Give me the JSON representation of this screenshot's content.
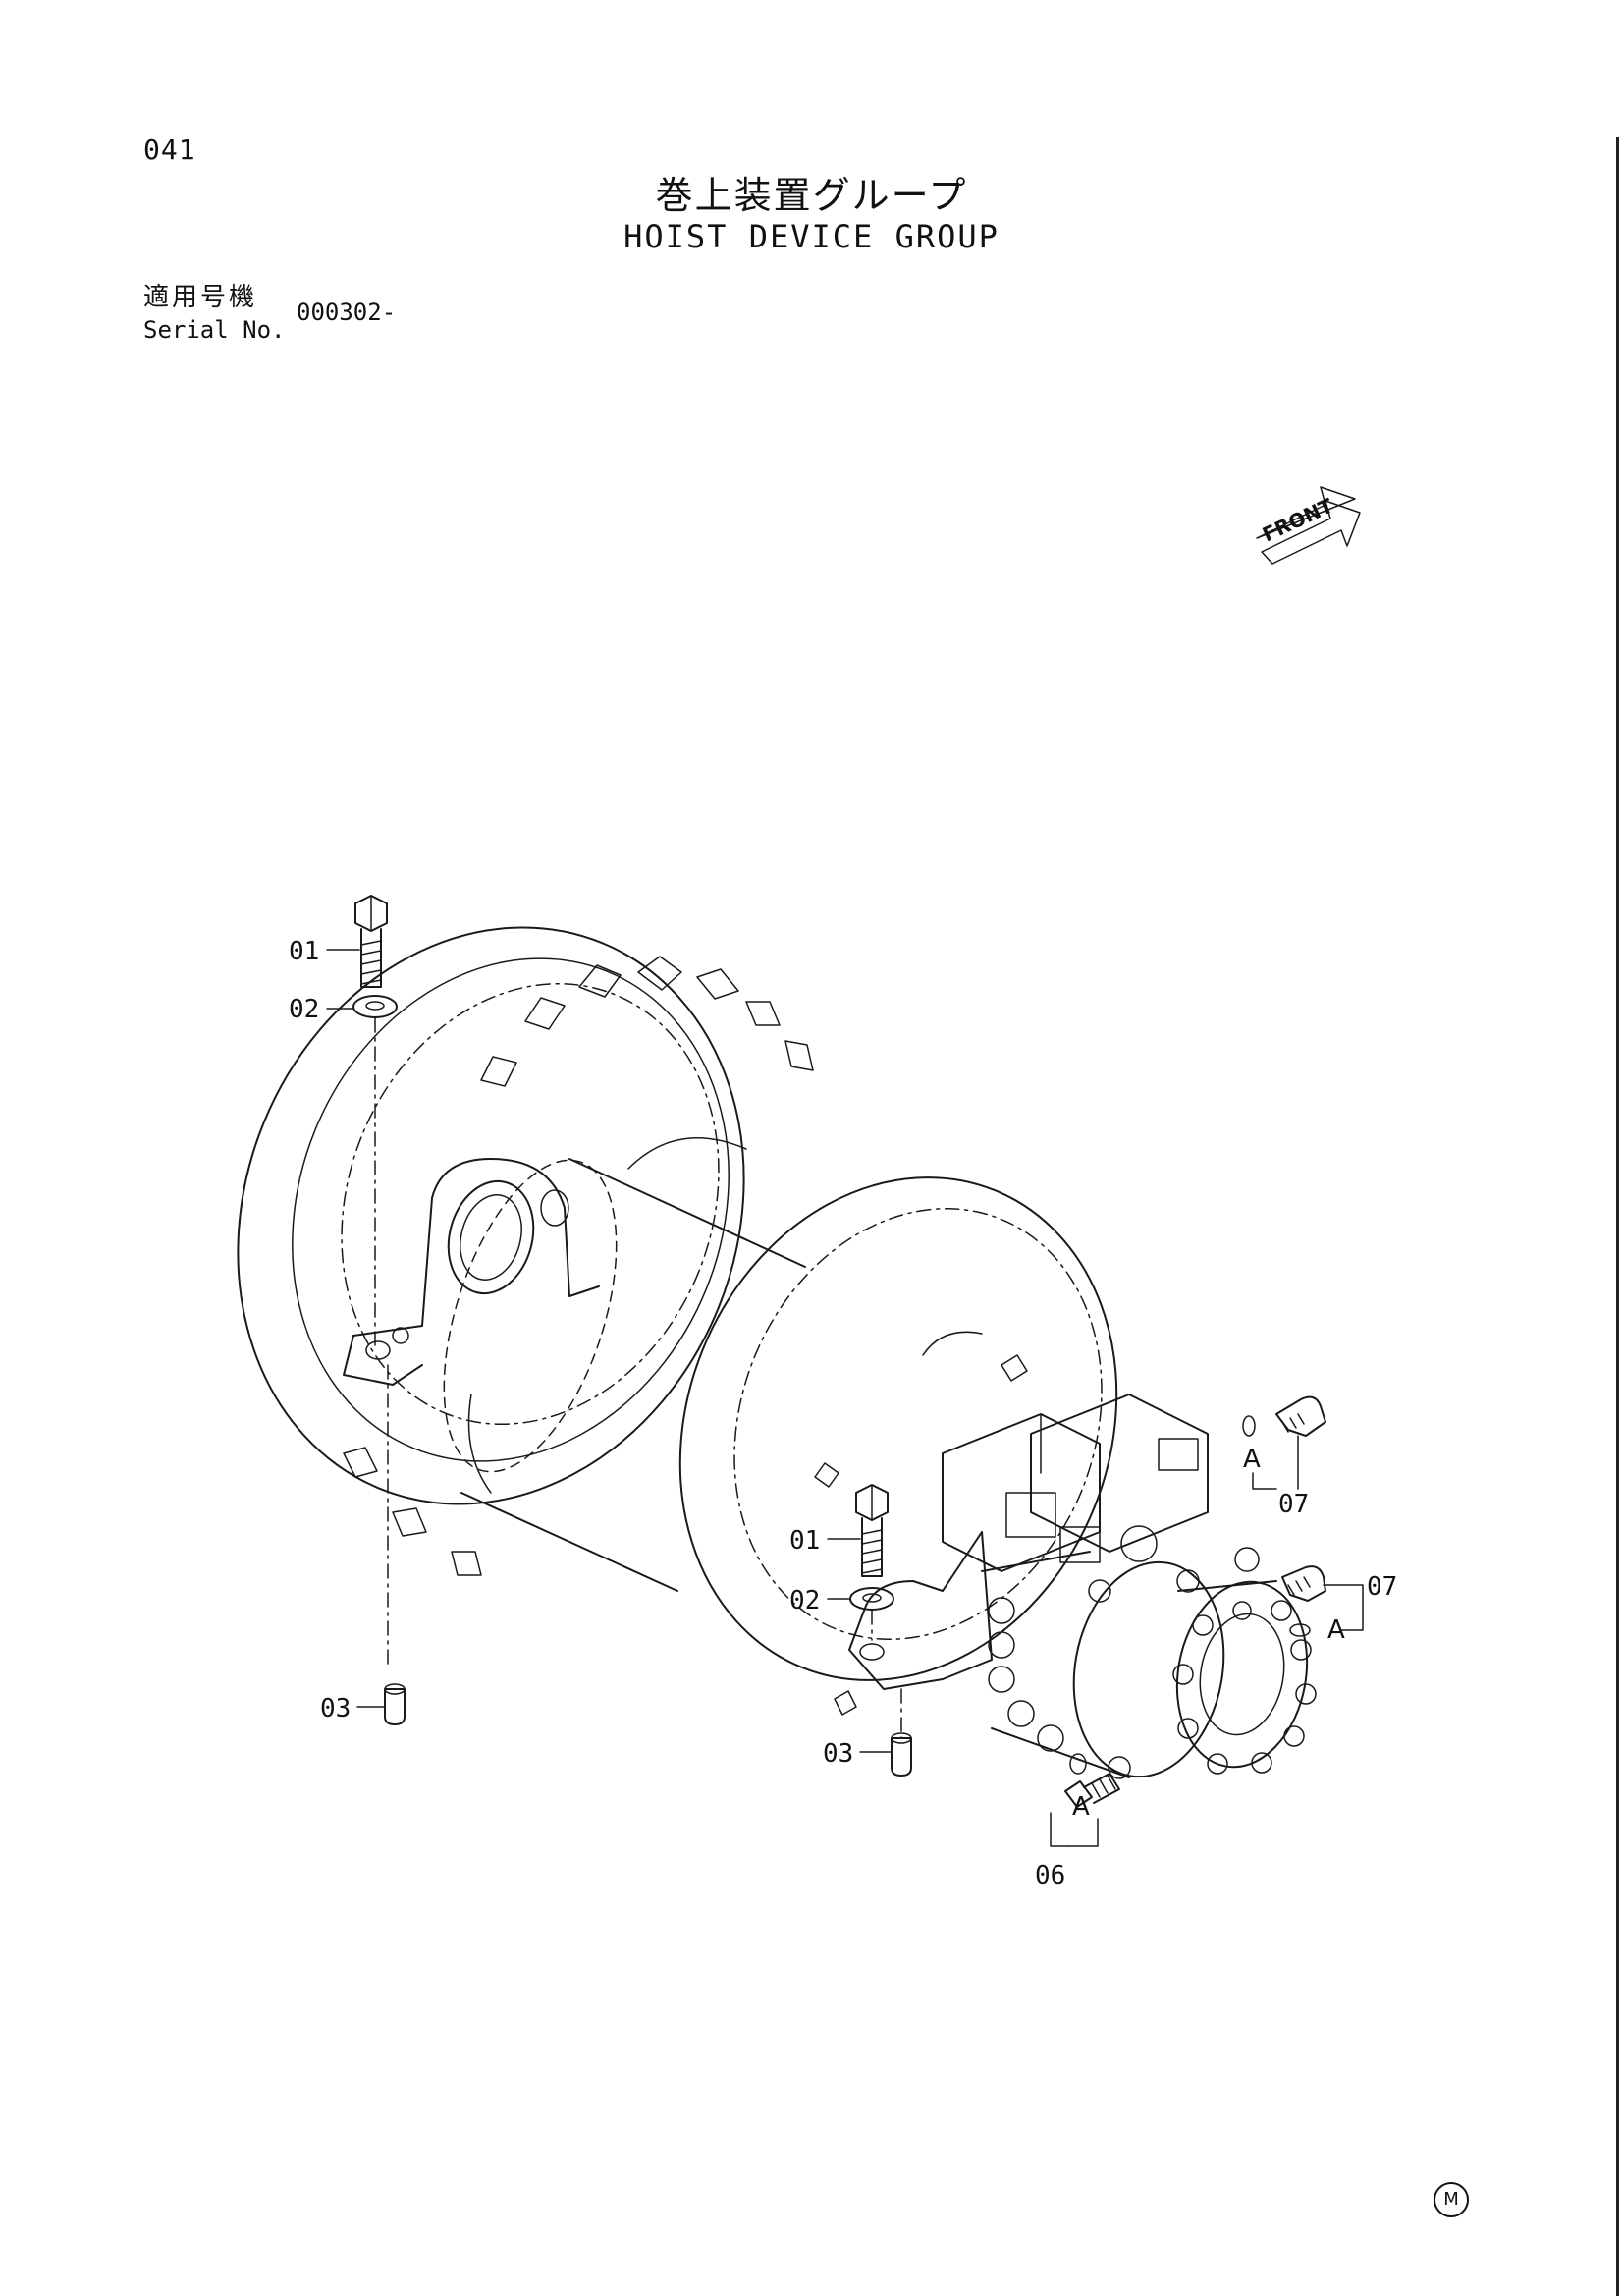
{
  "page": {
    "number": "041",
    "title_jp": "巻上装置グループ",
    "title_en": "HOIST DEVICE GROUP",
    "serial_label_jp": "適用号機",
    "serial_label_en": "Serial No.",
    "serial_value": "000302-",
    "front_label": "FRONT",
    "mark": "M"
  },
  "callouts": {
    "c1": "01",
    "c2": "02",
    "c3": "03",
    "c4": "01",
    "c5": "02",
    "c6": "03",
    "c7": "06",
    "c8": "07",
    "c9": "07"
  },
  "markers": {
    "m1": "A",
    "m2": "A",
    "m3": "A"
  },
  "colors": {
    "line": "#1a1a1a",
    "background": "#ffffff"
  }
}
